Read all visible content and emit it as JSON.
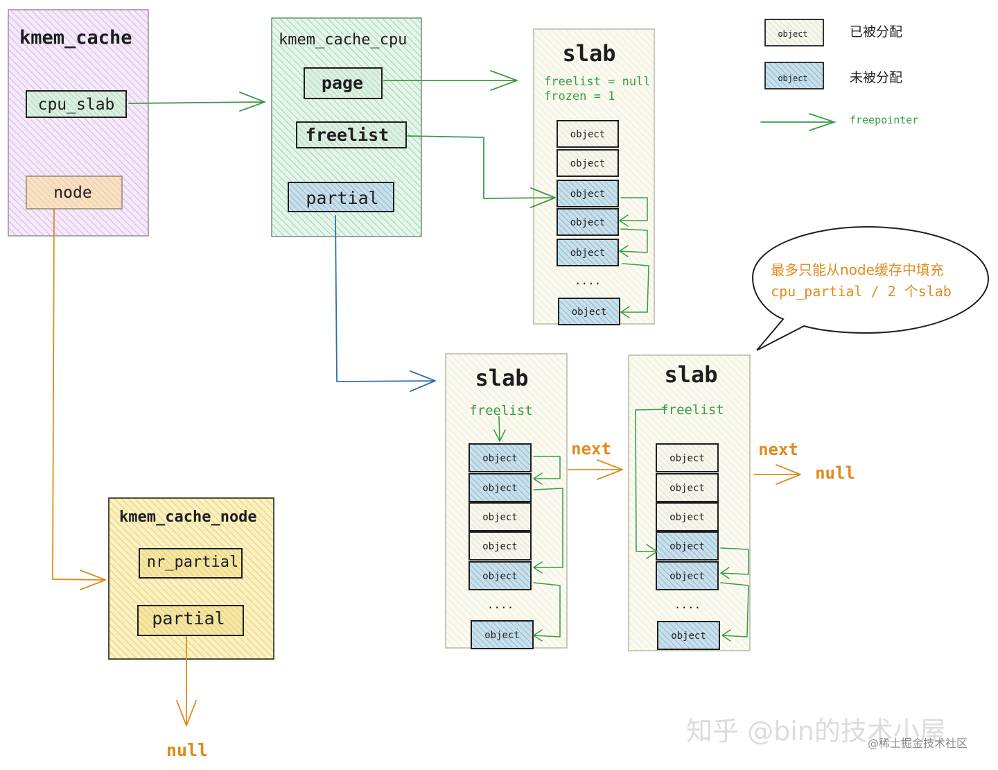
{
  "colors": {
    "purple": "#c89ad8",
    "green": "#6cc08a",
    "cream": "#f3f0d8",
    "yellow": "#e2c23a",
    "orange_fill": "#f2c998",
    "blue_fill": "#7fb0cc",
    "arrow_green": "#3a9a48",
    "arrow_blue": "#2c6fb0",
    "arrow_orange": "#e08a1a",
    "outline": "#1e1e1e"
  },
  "kmem_cache": {
    "title": "kmem_cache",
    "cpu_slab": "cpu_slab",
    "node": "node"
  },
  "kmem_cache_cpu": {
    "title": "kmem_cache_cpu",
    "page": "page",
    "freelist": "freelist",
    "partial": "partial"
  },
  "kmem_cache_node": {
    "title": "kmem_cache_node",
    "nr_partial": "nr_partial",
    "partial": "partial",
    "null": "null"
  },
  "slab_cpu": {
    "title": "slab",
    "freelist_line": "freelist = null",
    "frozen_line": "frozen = 1",
    "objects": [
      {
        "label": "object",
        "state": "used"
      },
      {
        "label": "object",
        "state": "used"
      },
      {
        "label": "object",
        "state": "free"
      },
      {
        "label": "object",
        "state": "free"
      },
      {
        "label": "object",
        "state": "free"
      }
    ],
    "ellipsis": "....",
    "last_object": {
      "label": "object",
      "state": "free"
    }
  },
  "slab_partial_1": {
    "title": "slab",
    "freelist": "freelist",
    "objects": [
      {
        "label": "object",
        "state": "free"
      },
      {
        "label": "object",
        "state": "free"
      },
      {
        "label": "object",
        "state": "used"
      },
      {
        "label": "object",
        "state": "used"
      },
      {
        "label": "object",
        "state": "free"
      }
    ],
    "ellipsis": "....",
    "last_object": {
      "label": "object",
      "state": "free"
    },
    "next": "next"
  },
  "slab_partial_2": {
    "title": "slab",
    "freelist": "freelist",
    "objects": [
      {
        "label": "object",
        "state": "used"
      },
      {
        "label": "object",
        "state": "used"
      },
      {
        "label": "object",
        "state": "used"
      },
      {
        "label": "object",
        "state": "free"
      },
      {
        "label": "object",
        "state": "free"
      }
    ],
    "ellipsis": "....",
    "last_object": {
      "label": "object",
      "state": "free"
    },
    "next": "next",
    "null": "null"
  },
  "legend": {
    "allocated_obj": "object",
    "allocated_label": "已被分配",
    "free_obj": "object",
    "free_label": "未被分配",
    "freepointer_label": "freepointer"
  },
  "bubble": {
    "line1": "最多只能从node缓存中填充",
    "line2": "cpu_partial / 2 个slab"
  },
  "watermark": {
    "main": "知乎 @bin的技术小屋",
    "sub": "@稀土掘金技术社区"
  }
}
